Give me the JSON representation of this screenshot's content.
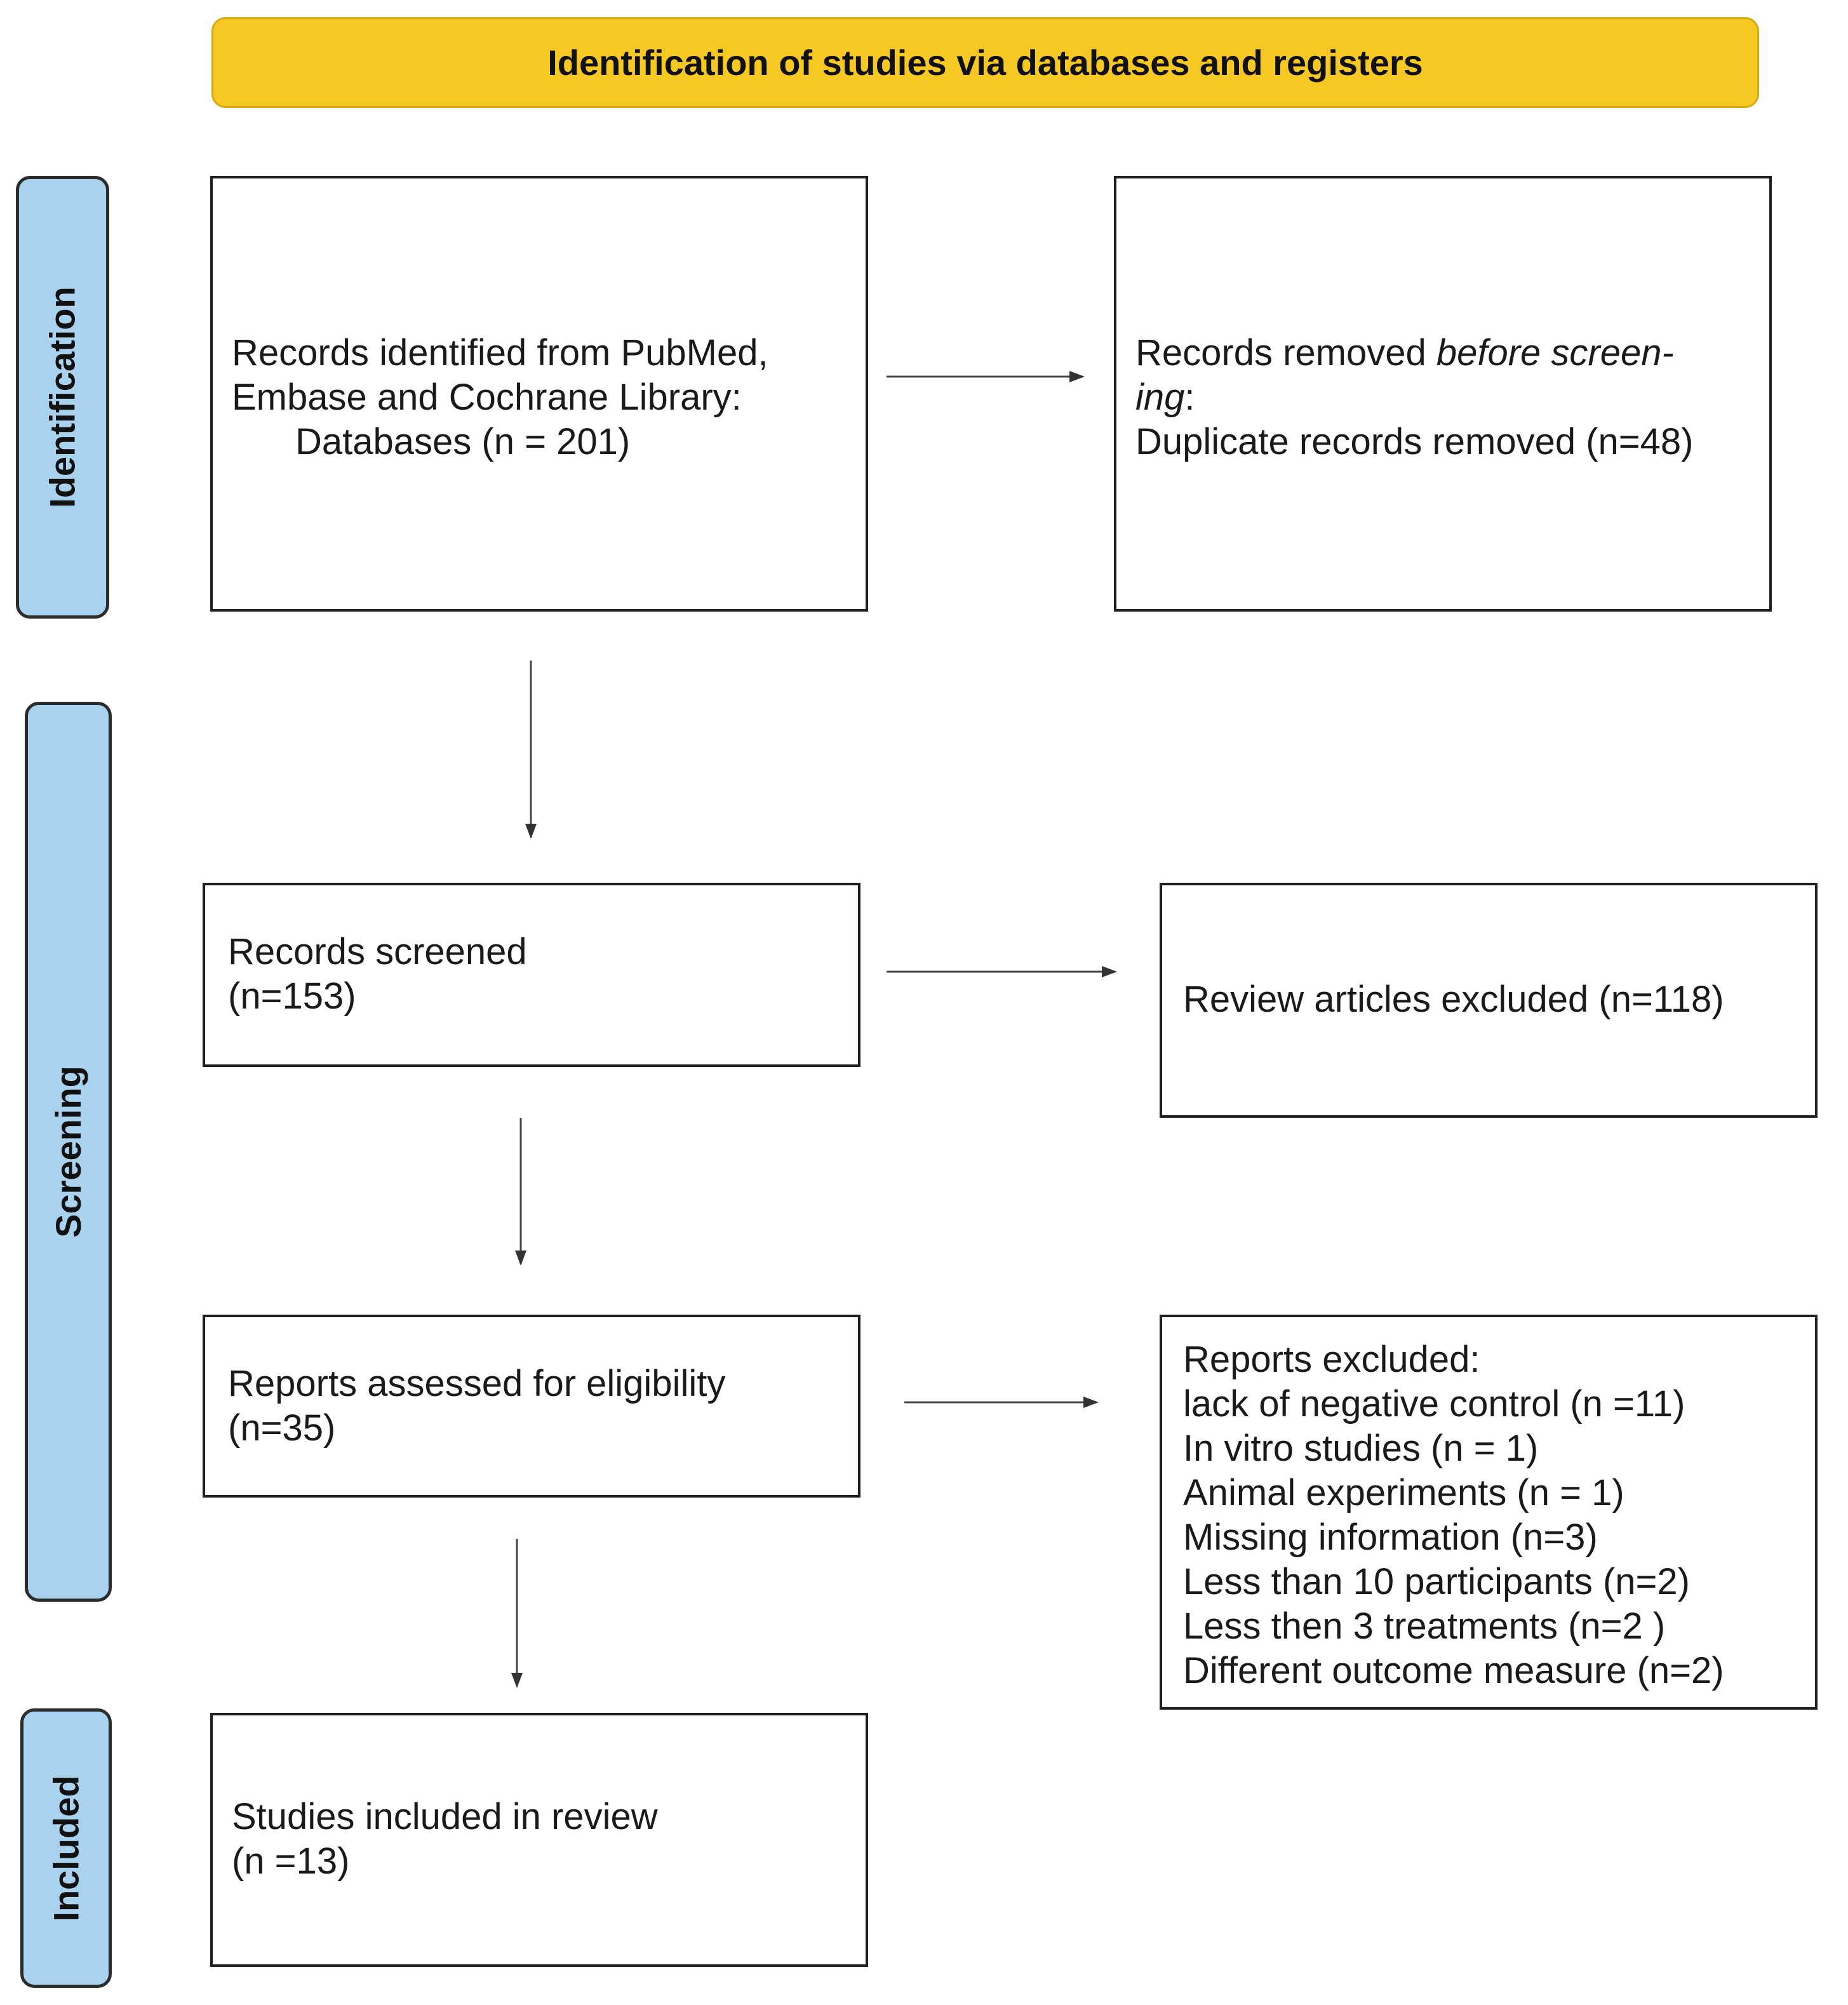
{
  "header": {
    "title": "Identification of studies via databases and registers"
  },
  "phases": {
    "identification": "Identification",
    "screening": "Screening",
    "included": "Included"
  },
  "boxes": {
    "records_identified": {
      "line1": "Records identified from PubMed,",
      "line2": "Embase and Cochrane Library:",
      "line3": "Databases (n = 201)"
    },
    "records_removed": {
      "line1_prefix": "Records removed ",
      "line1_italic": "before screen-",
      "line2_italic": "ing",
      "line2_suffix": ":",
      "line3": "Duplicate records removed (n=48)"
    },
    "records_screened": {
      "line1": "Records screened",
      "line2": "(n=153)"
    },
    "review_excluded": {
      "line1": "Review articles excluded (n=118)"
    },
    "reports_assessed": {
      "line1": "Reports assessed for eligibility",
      "line2": "(n=35)"
    },
    "reports_excluded": {
      "title": "Reports excluded:",
      "items": [
        "lack of negative control (n =11)",
        "In vitro studies (n = 1)",
        "Animal experiments (n = 1)",
        "Missing information (n=3)",
        "Less than 10 participants (n=2)",
        "Less then 3 treatments (n=2 )",
        "Different outcome measure (n=2)"
      ]
    },
    "studies_included": {
      "line1": "Studies included in review",
      "line2": "(n =13)"
    }
  }
}
